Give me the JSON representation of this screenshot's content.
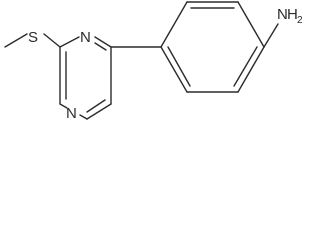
{
  "molecule": {
    "atoms": {
      "sulfur": "S",
      "nitrogen_top": "N",
      "nitrogen_bottom": "N",
      "amine_n": "N",
      "amine_h": "H",
      "amine_subscript": "2"
    }
  }
}
